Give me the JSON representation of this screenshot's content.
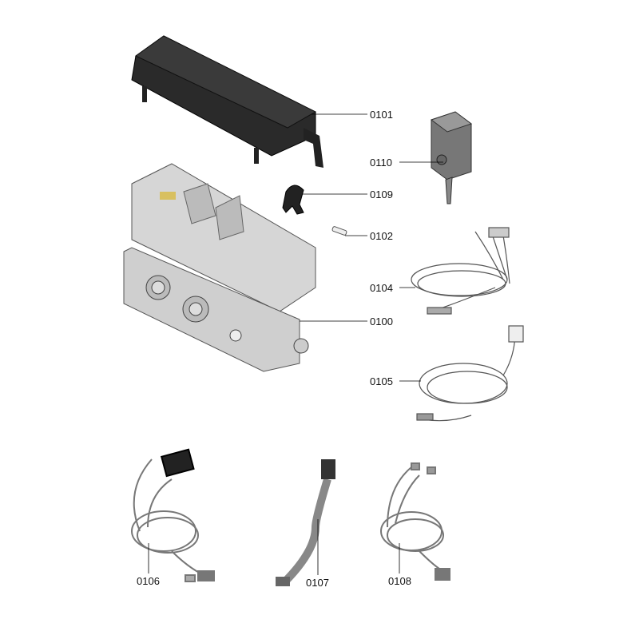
{
  "diagram": {
    "type": "exploded-parts-diagram",
    "parts": [
      {
        "id": "0101",
        "label": "0101"
      },
      {
        "id": "0110",
        "label": "0110"
      },
      {
        "id": "0109",
        "label": "0109"
      },
      {
        "id": "0102",
        "label": "0102"
      },
      {
        "id": "0104",
        "label": "0104"
      },
      {
        "id": "0100",
        "label": "0100"
      },
      {
        "id": "0105",
        "label": "0105"
      },
      {
        "id": "0106",
        "label": "0106"
      },
      {
        "id": "0107",
        "label": "0107"
      },
      {
        "id": "0108",
        "label": "0108"
      }
    ]
  }
}
